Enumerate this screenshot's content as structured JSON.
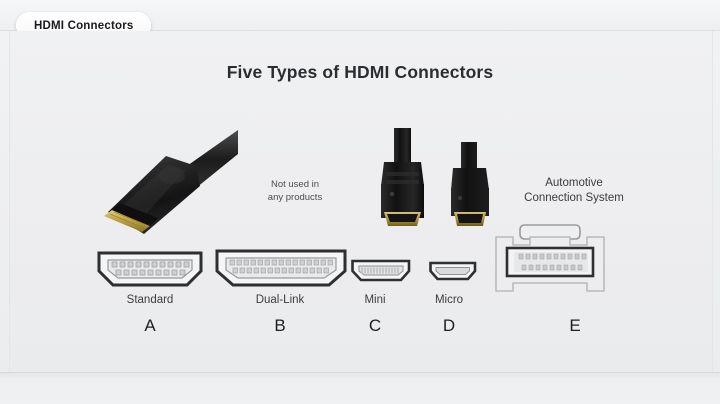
{
  "tab": {
    "label": "HDMI Connectors",
    "icon": "tab-icon"
  },
  "slide": {
    "title": "Five Types of HDMI Connectors",
    "background_color": "#eeeff0"
  },
  "annotations": [
    {
      "id": "dual-link-note",
      "text": "Not used in\nany products",
      "line1": "Not used in",
      "line2": "any products"
    },
    {
      "id": "automotive-note",
      "text": "Automotive\nConnection System",
      "line1": "Automotive",
      "line2": "Connection System"
    }
  ],
  "connectors": [
    {
      "letter": "A",
      "name": "Standard",
      "port_type": "standard-hdmi-port",
      "pin_rows": 2,
      "pins_per_row": 10,
      "has_cable_photo": true
    },
    {
      "letter": "B",
      "name": "Dual-Link",
      "port_type": "dual-link-hdmi-port",
      "pin_rows": 2,
      "pins_per_row": 14,
      "has_cable_photo": false,
      "note": "Not used in any products"
    },
    {
      "letter": "C",
      "name": "Mini",
      "port_type": "mini-hdmi-port",
      "pin_rows": 1,
      "pins_per_row": 19,
      "has_cable_photo": true
    },
    {
      "letter": "D",
      "name": "Micro",
      "port_type": "micro-hdmi-port",
      "pin_rows": 0,
      "pins_per_row": 0,
      "has_cable_photo": true
    },
    {
      "letter": "E",
      "name": "",
      "port_type": "automotive-connection-system-port",
      "pin_rows": 2,
      "pins_per_row": 10,
      "has_cable_photo": false,
      "note": "Automotive Connection System"
    }
  ],
  "colors": {
    "cable_black": "#1b1b1b",
    "contact_gold": "#c9a93f",
    "port_outline": "#3a3a3a",
    "text_dark": "#2b2d30",
    "background": "#eeeff0"
  }
}
